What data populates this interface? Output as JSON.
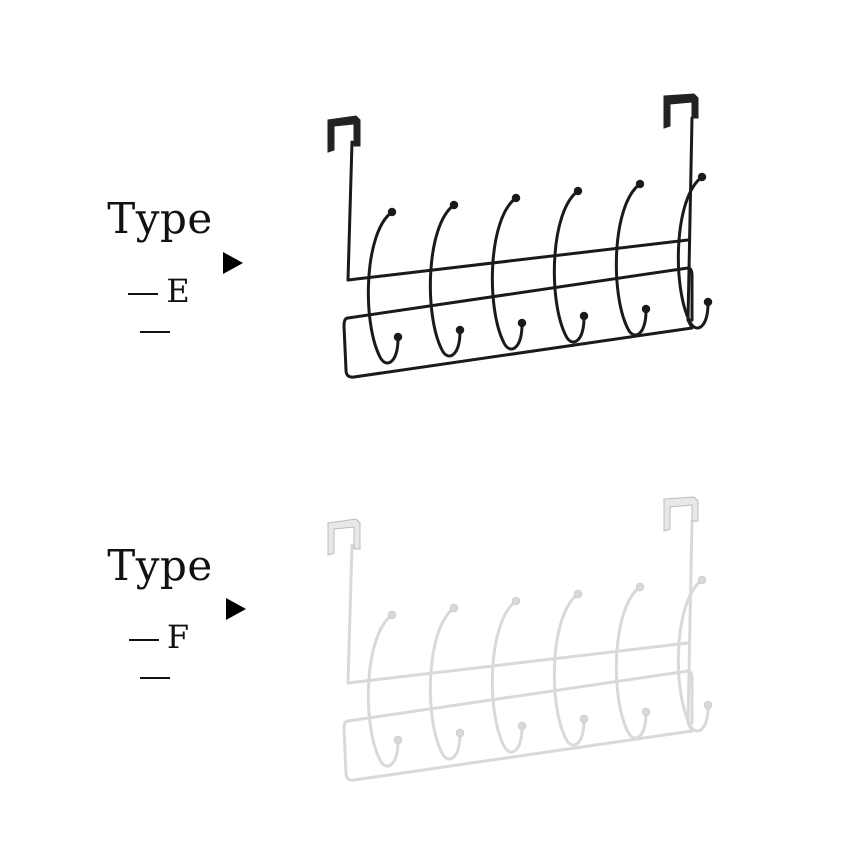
{
  "sections": [
    {
      "type_word": "Type",
      "letter": "E",
      "rack_color": "#1a1a1a",
      "bracket_color": "#222222",
      "hook_count": 6
    },
    {
      "type_word": "Type",
      "letter": "F",
      "rack_color": "#d9d9d9",
      "bracket_color": "#e8e8e8",
      "hook_count": 6
    }
  ]
}
